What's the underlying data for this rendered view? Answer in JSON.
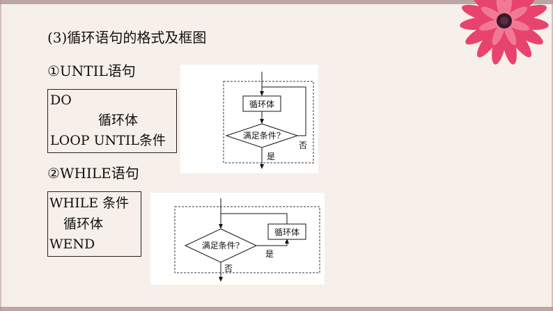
{
  "title": "(3)循环语句的格式及框图",
  "until": {
    "heading": "①UNTIL语句",
    "code": [
      "DO",
      "循环体",
      "LOOP UNTIL条件"
    ],
    "flow": {
      "body_label": "循环体",
      "condition_label": "满足条件?",
      "yes_label": "是",
      "no_label": "否"
    }
  },
  "while": {
    "heading": "②WHILE语句",
    "code": [
      "WHILE  条件",
      "循环体",
      "WEND"
    ],
    "flow": {
      "body_label": "循环体",
      "condition_label": "满足条件?",
      "yes_label": "是",
      "no_label": "否"
    }
  },
  "decoration": {
    "flower_color": "#e8436d",
    "background": "#f7efe9"
  }
}
